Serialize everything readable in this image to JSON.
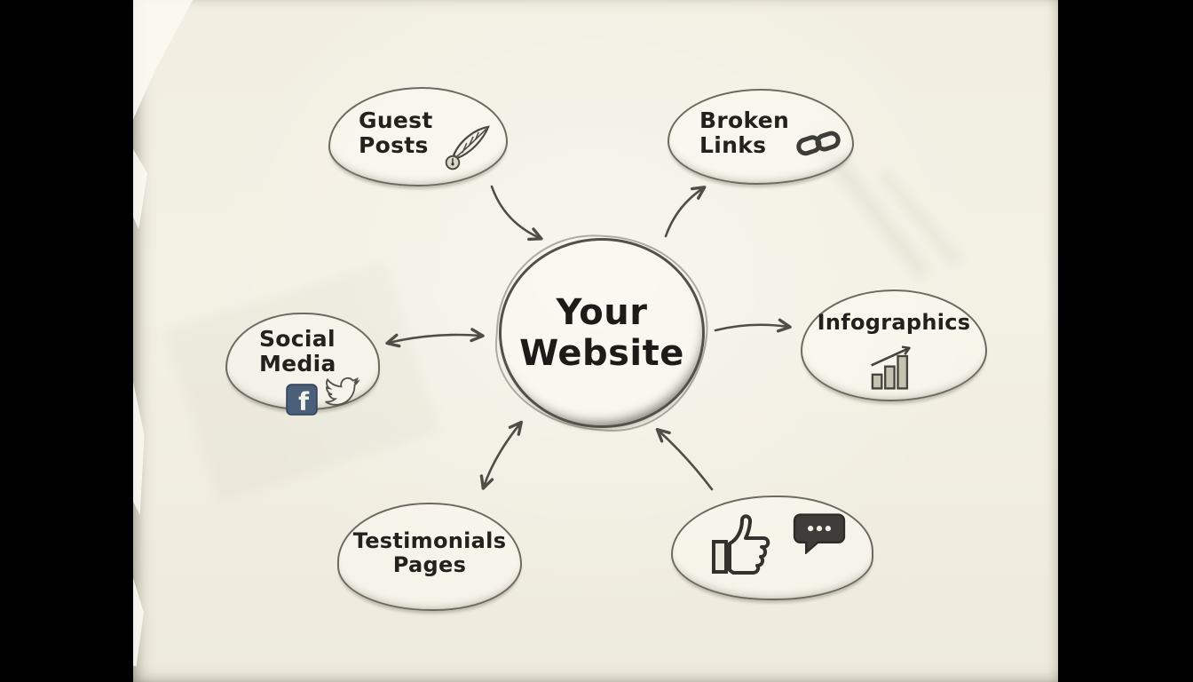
{
  "diagram": {
    "title_context": "link-building mind map sketch",
    "colors": {
      "background": "#000000",
      "paper": "#f2efe3",
      "ink": "#22211e",
      "stroke": "#4f4d46",
      "facebook_blue": "#4b6078"
    },
    "center": {
      "label": "Your\nWebsite"
    },
    "nodes": {
      "guest_posts": {
        "label": "Guest\nPosts",
        "icon": "quill-pen-icon"
      },
      "broken_links": {
        "label": "Broken\nLinks",
        "icon": "chain-link-icon"
      },
      "social_media": {
        "label": "Social\nMedia",
        "icons": [
          "facebook-icon",
          "twitter-bird-icon"
        ],
        "facebook_glyph": "f"
      },
      "infographics": {
        "label": "Infographics",
        "icon": "bar-chart-icon"
      },
      "testimonials": {
        "label": "Testimonials\nPages",
        "icon": ""
      },
      "engagement": {
        "label": "",
        "icons": [
          "thumbs-up-icon",
          "speech-bubble-icon"
        ]
      }
    }
  }
}
